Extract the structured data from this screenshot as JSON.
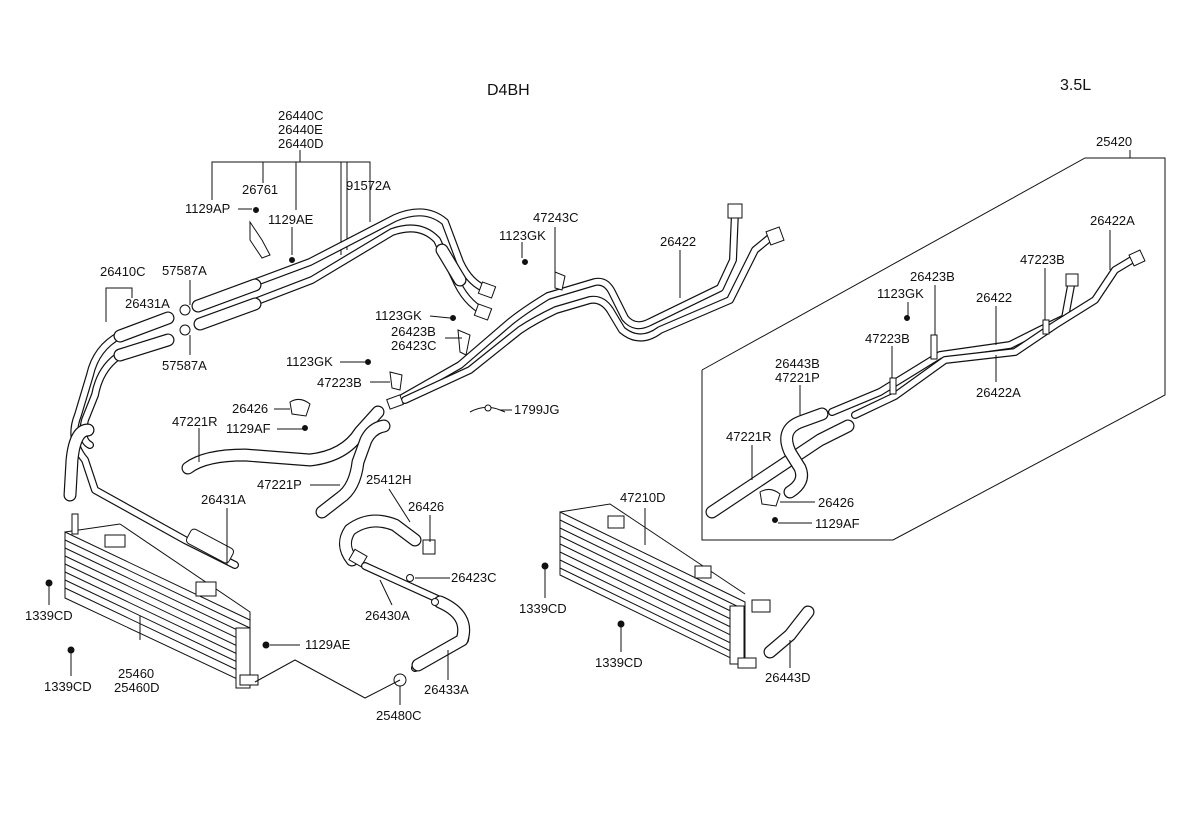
{
  "header": {
    "left_title": "D4BH",
    "right_title": "3.5L"
  },
  "labels": {
    "p26440C": "26440C",
    "p26440E": "26440E",
    "p26440D": "26440D",
    "p26761": "26761",
    "p91572A": "91572A",
    "p1129AP": "1129AP",
    "p1129AE_top": "1129AE",
    "p26410C": "26410C",
    "p57587A_top": "57587A",
    "p26431A_top": "26431A",
    "p57587A_bot": "57587A",
    "p47243C": "47243C",
    "p1123GK_a": "1123GK",
    "p26422_mid": "26422",
    "p1123GK_b": "1123GK",
    "p26423B_mid": "26423B",
    "p26423C_mid": "26423C",
    "p1123GK_c": "1123GK",
    "p47223B_mid": "47223B",
    "p26426_mid": "26426",
    "p1799JG": "1799JG",
    "p47221R_mid": "47221R",
    "p1129AF_mid": "1129AF",
    "p47221P_mid": "47221P",
    "p25412H": "25412H",
    "p26426_low": "26426",
    "p26431A_low": "26431A",
    "p26423C_low": "26423C",
    "p26430A": "26430A",
    "p1339CD_left": "1339CD",
    "p1129AE_low": "1129AE",
    "p1339CD_left2": "1339CD",
    "p25460": "25460",
    "p25460D": "25460D",
    "p25480C": "25480C",
    "p26433A": "26433A",
    "p47210D": "47210D",
    "p1339CD_mid": "1339CD",
    "p1339CD_mid2": "1339CD",
    "p26443D": "26443D",
    "p25420": "25420",
    "p26422A_top": "26422A",
    "p26423B_r": "26423B",
    "p47223B_r1": "47223B",
    "p1123GK_r": "1123GK",
    "p26422_r": "26422",
    "p47223B_r2": "47223B",
    "p26443B": "26443B",
    "p47221P_r": "47221P",
    "p26422A_r": "26422A",
    "p47221R_r": "47221R",
    "p26426_r": "26426",
    "p1129AF_r": "1129AF"
  }
}
